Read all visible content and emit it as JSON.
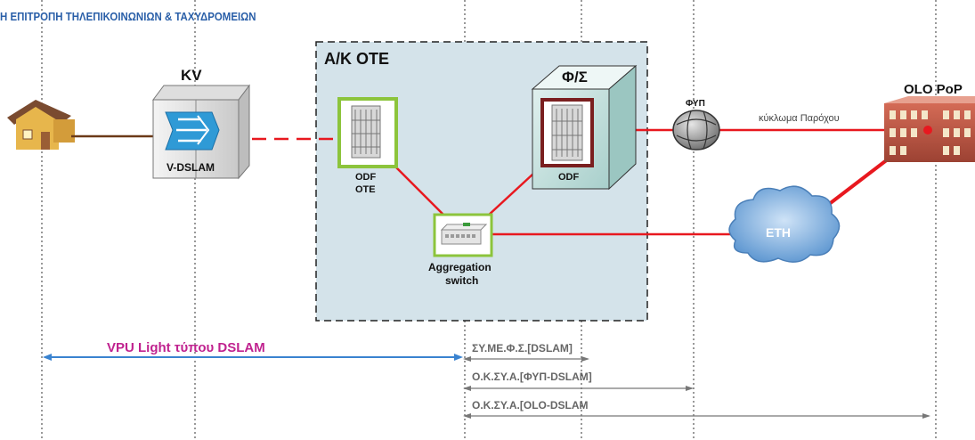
{
  "header": {
    "title": "Η ΕΠΙΤΡΟΠΗ ΤΗΛΕΠΙΚΟΙΝΩΝΙΩΝ & ΤΑΧΥΔΡΟΜΕΙΩΝ"
  },
  "diagram": {
    "kv_label": "KV",
    "vdslam_label": "V-DSLAM",
    "exchange_label": "A/K OTE",
    "odf_ote_label_1": "ODF",
    "odf_ote_label_2": "OTE",
    "fs_label": "Φ/Σ",
    "odf_label": "ODF",
    "switch_label_1": "Aggregation",
    "switch_label_2": "switch",
    "fyp_label": "ΦΥΠ",
    "provider_circuit_label": "κύκλωμα Παρόχου",
    "olo_pop_label": "OLO PoP",
    "eth_label": "ETH"
  },
  "legend": {
    "vpu_label": "VPU Light τύπου DSLAM",
    "symefs_label": "ΣΥ.ΜΕ.Φ.Σ.[DSLAM]",
    "okya_fyp_label": "Ο.Κ.ΣΥ.Α.[ΦΥΠ-DSLAM]",
    "okya_olo_label": "Ο.Κ.ΣΥ.Α.[OLO-DSLAM"
  },
  "colors": {
    "link_red": "#e8181f",
    "header_blue": "#2a5fa8",
    "vpu_magenta": "#c0228f",
    "vpu_arrow_blue": "#3a83d0",
    "exchange_fill": "#d4e3ea",
    "odf_green": "#8cc43c",
    "odf_brown": "#7a1f1f",
    "cloud_blue": "#6ea8de",
    "gray_text": "#666666"
  }
}
